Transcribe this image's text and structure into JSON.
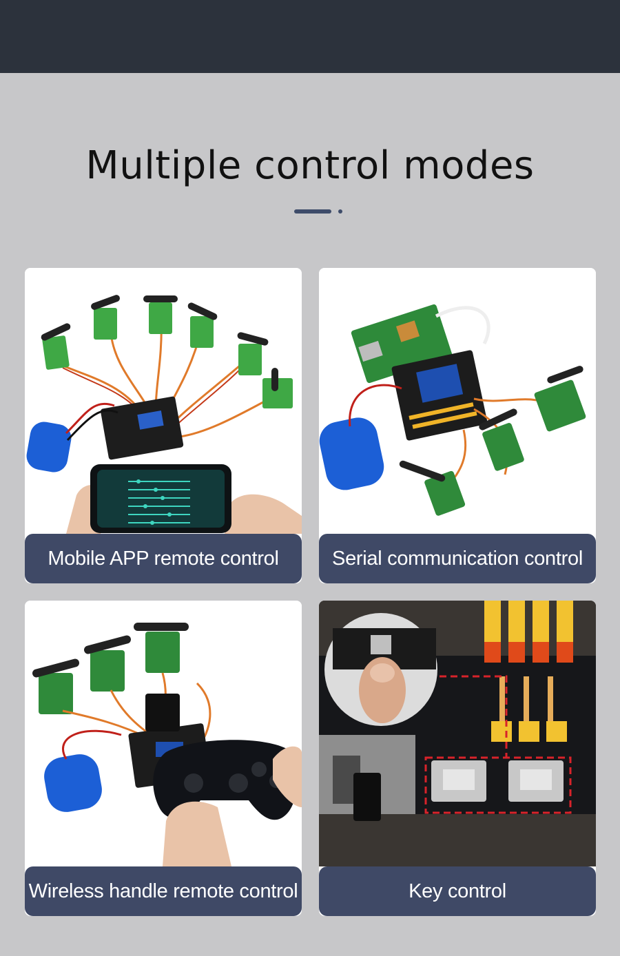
{
  "title": "Multiple control modes",
  "colors": {
    "top_band": "#2c323c",
    "background": "#c7c7c9",
    "caption_bg": "#3f4966",
    "accent": "#3e4c6a"
  },
  "cards": [
    {
      "caption": "Mobile APP remote control",
      "image": "servo board with phone app"
    },
    {
      "caption": "Serial communication control",
      "image": "servo board with raspberry pi"
    },
    {
      "caption": "Wireless handle remote control",
      "image": "servo board with gamepad"
    },
    {
      "caption": "Key control",
      "image": "board closeup with buttons"
    }
  ]
}
